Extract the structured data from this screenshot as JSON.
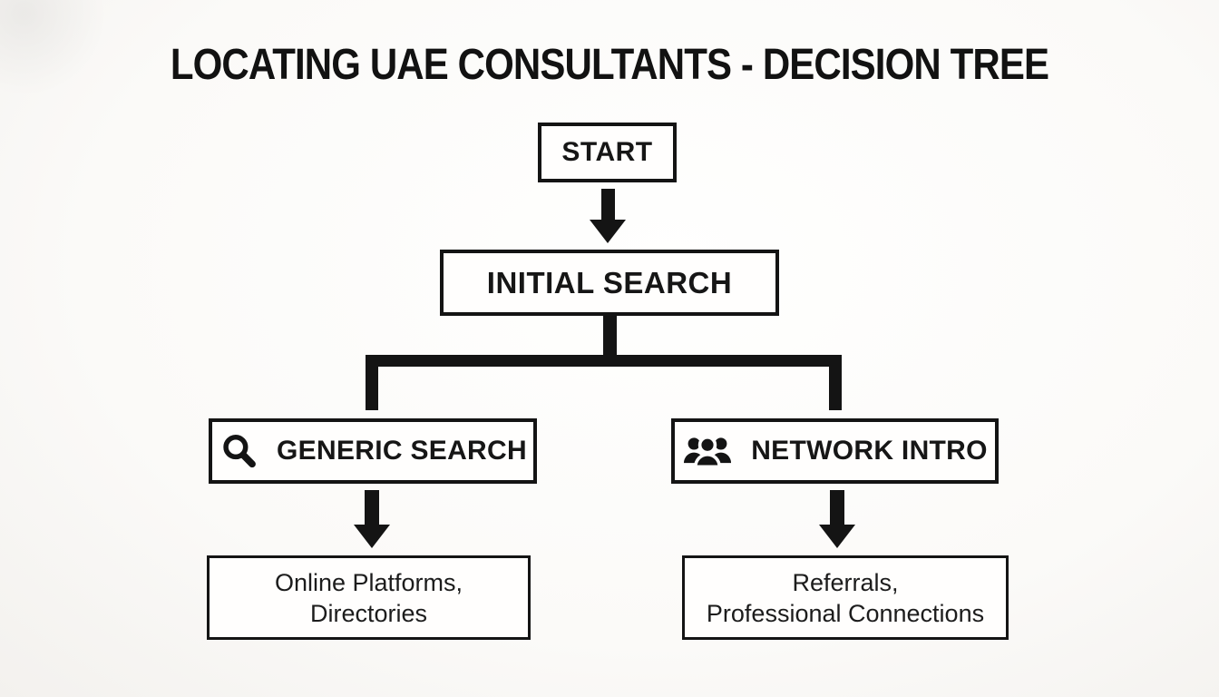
{
  "title": "LOCATING UAE CONSULTANTS - DECISION TREE",
  "colors": {
    "ink": "#141414",
    "background": "#fcfbf9",
    "box_fill": "#fffefd"
  },
  "tree": {
    "start": {
      "label": "START"
    },
    "initial": {
      "label": "INITIAL SEARCH"
    },
    "branches": [
      {
        "label": "GENERIC SEARCH",
        "icon": "search-icon",
        "result_line1": "Online Platforms,",
        "result_line2": "Directories"
      },
      {
        "label": "NETWORK INTRO",
        "icon": "people-group-icon",
        "result_line1": "Referrals,",
        "result_line2": "Professional Connections"
      }
    ]
  }
}
